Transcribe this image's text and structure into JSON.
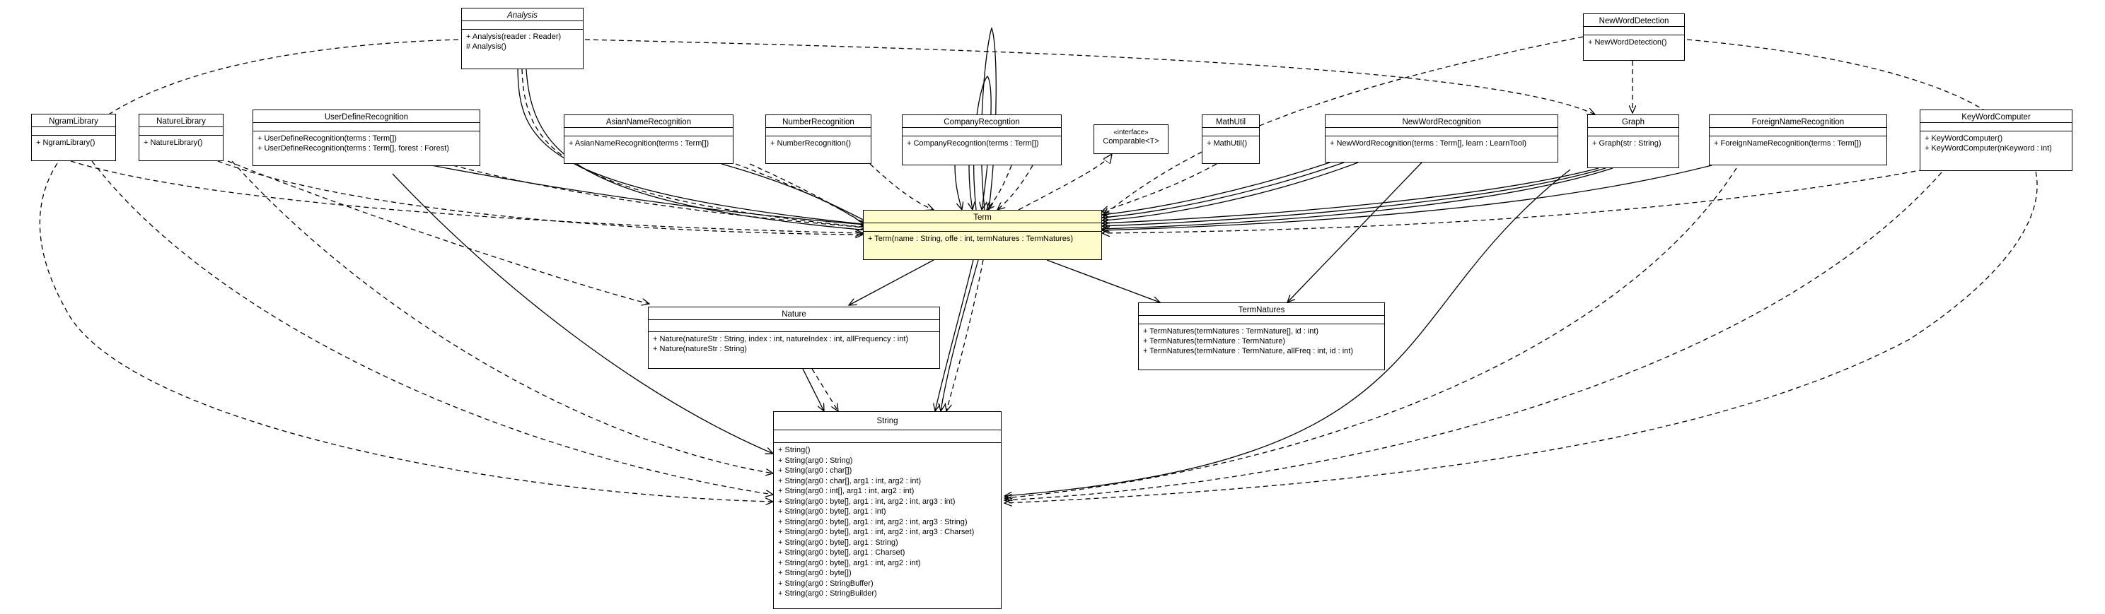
{
  "classes": {
    "analysis": {
      "name": "Analysis",
      "ops": [
        "+ Analysis(reader : Reader)",
        "# Analysis()"
      ]
    },
    "new_word_detection": {
      "name": "NewWordDetection",
      "ops": [
        "+ NewWordDetection()"
      ]
    },
    "ngram_library": {
      "name": "NgramLibrary",
      "ops": [
        "+ NgramLibrary()"
      ]
    },
    "nature_library": {
      "name": "NatureLibrary",
      "ops": [
        "+ NatureLibrary()"
      ]
    },
    "user_define_recognition": {
      "name": "UserDefineRecognition",
      "ops": [
        "+ UserDefineRecognition(terms : Term[])",
        "+ UserDefineRecognition(terms : Term[], forest : Forest)"
      ]
    },
    "asian_name_recognition": {
      "name": "AsianNameRecognition",
      "ops": [
        "+ AsianNameRecognition(terms : Term[])"
      ]
    },
    "number_recognition": {
      "name": "NumberRecognition",
      "ops": [
        "+ NumberRecognition()"
      ]
    },
    "company_recognition": {
      "name": "CompanyRecogntion",
      "ops": [
        "+ CompanyRecogntion(terms : Term[])"
      ]
    },
    "comparable": {
      "stereotype": "«interface»",
      "name": "Comparable<T>"
    },
    "math_util": {
      "name": "MathUtil",
      "ops": [
        "+ MathUtil()"
      ]
    },
    "new_word_recognition": {
      "name": "NewWordRecognition",
      "ops": [
        "+ NewWordRecognition(terms : Term[], learn : LearnTool)"
      ]
    },
    "graph": {
      "name": "Graph",
      "ops": [
        "+ Graph(str : String)"
      ]
    },
    "foreign_name_recognition": {
      "name": "ForeignNameRecognition",
      "ops": [
        "+ ForeignNameRecognition(terms : Term[])"
      ]
    },
    "keyword_computer": {
      "name": "KeyWordComputer",
      "ops": [
        "+ KeyWordComputer()",
        "+ KeyWordComputer(nKeyword : int)"
      ]
    },
    "term": {
      "name": "Term",
      "ops": [
        "+ Term(name : String, offe : int, termNatures : TermNatures)"
      ]
    },
    "nature": {
      "name": "Nature",
      "ops": [
        "+ Nature(natureStr : String, index : int, natureIndex : int, allFrequency : int)",
        "+ Nature(natureStr : String)"
      ]
    },
    "term_natures": {
      "name": "TermNatures",
      "ops": [
        "+ TermNatures(termNatures : TermNature[], id : int)",
        "+ TermNatures(termNature : TermNature)",
        "+ TermNatures(termNature : TermNature, allFreq : int, id : int)"
      ]
    },
    "string": {
      "name": "String",
      "ops": [
        "+ String()",
        "+ String(arg0 : String)",
        "+ String(arg0 : char[])",
        "+ String(arg0 : char[], arg1 : int, arg2 : int)",
        "+ String(arg0 : int[], arg1 : int, arg2 : int)",
        "+ String(arg0 : byte[], arg1 : int, arg2 : int, arg3 : int)",
        "+ String(arg0 : byte[], arg1 : int)",
        "+ String(arg0 : byte[], arg1 : int, arg2 : int, arg3 : String)",
        "+ String(arg0 : byte[], arg1 : int, arg2 : int, arg3 : Charset)",
        "+ String(arg0 : byte[], arg1 : String)",
        "+ String(arg0 : byte[], arg1 : Charset)",
        "+ String(arg0 : byte[], arg1 : int, arg2 : int)",
        "+ String(arg0 : byte[])",
        "+ String(arg0 : StringBuffer)",
        "+ String(arg0 : StringBuilder)"
      ]
    }
  },
  "colors": {
    "highlight": "#fffccc",
    "line": "#000000",
    "background": "#ffffff"
  }
}
